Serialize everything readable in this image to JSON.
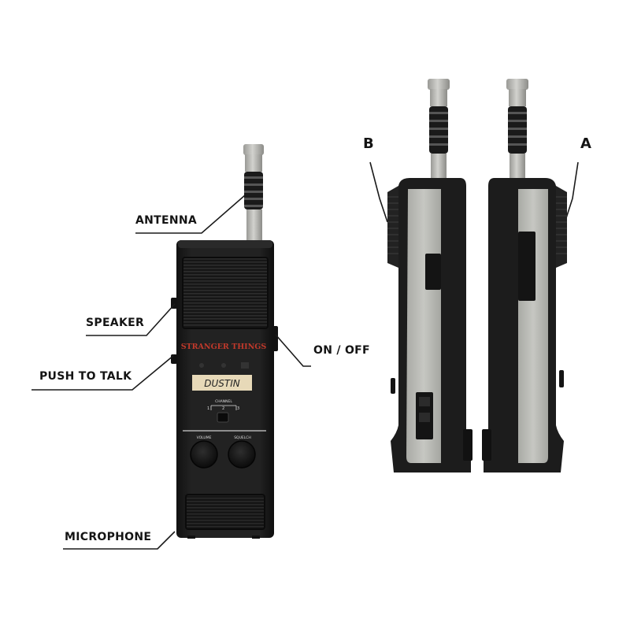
{
  "labels": {
    "antenna": "ANTENNA",
    "speaker": "SPEAKER",
    "push_to_talk": "PUSH TO TALK",
    "on_off": "ON / OFF",
    "microphone": "MICROPHONE",
    "side_b": "B",
    "side_a": "A"
  },
  "device": {
    "brand": "STRANGER THINGS",
    "name_tag": "DUSTIN",
    "channel_label": "CHANNEL",
    "channel_1": "1",
    "channel_2": "2",
    "channel_3": "3",
    "volume_label": "VOLUME",
    "squelch_label": "SQUELCH"
  },
  "colors": {
    "body": "#1b1a19",
    "panel": "#bfc0bb",
    "brand_red": "#c0392b",
    "tag": "#e7d9b8"
  }
}
